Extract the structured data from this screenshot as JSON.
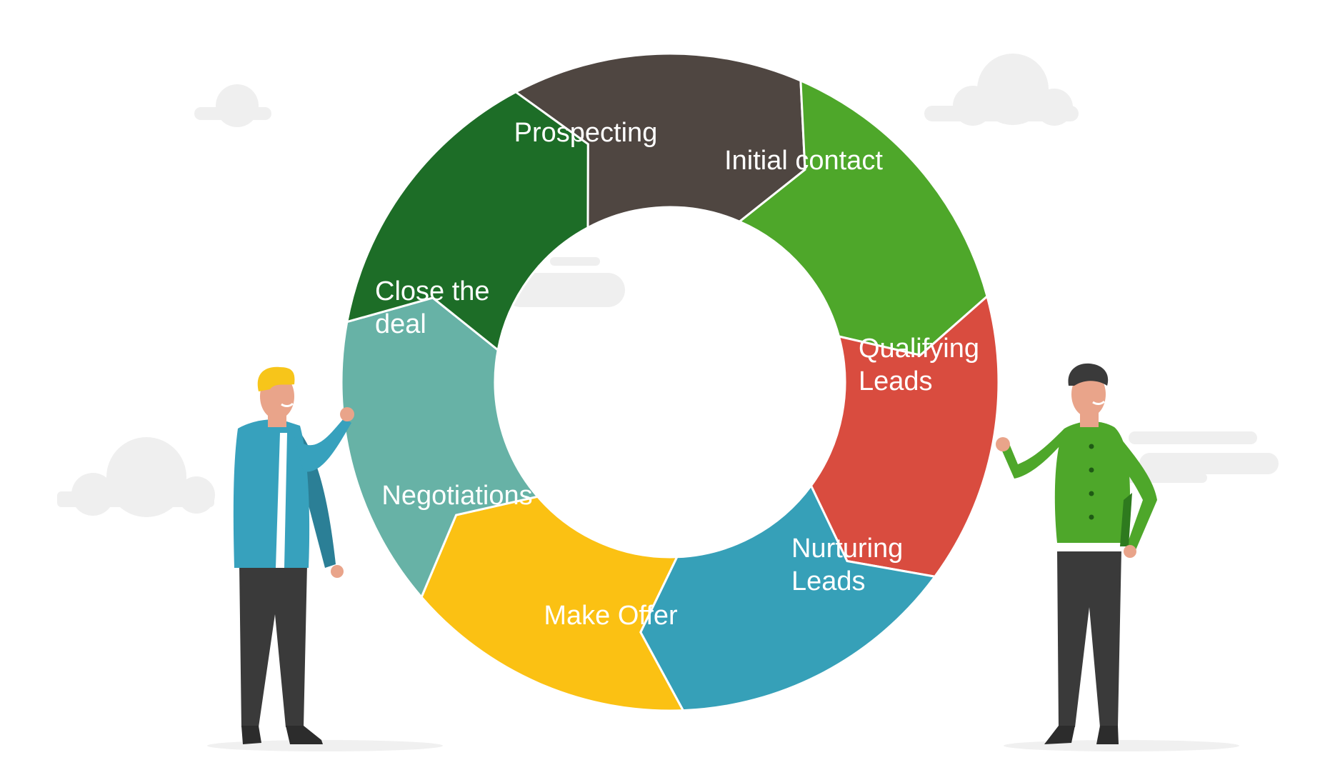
{
  "diagram": {
    "type": "sales-cycle",
    "stages": [
      {
        "id": "prospecting",
        "lines": [
          "Prospecting"
        ],
        "color": "#4f4641"
      },
      {
        "id": "initial-contact",
        "lines": [
          "Initial contact"
        ],
        "color": "#4ea72a"
      },
      {
        "id": "qualifying-leads",
        "lines": [
          "Qualifying",
          "Leads"
        ],
        "color": "#d94c3f"
      },
      {
        "id": "nurturing-leads",
        "lines": [
          "Nurturing",
          "Leads"
        ],
        "color": "#36a0b8"
      },
      {
        "id": "make-offer",
        "lines": [
          "Make Offer"
        ],
        "color": "#fbc113"
      },
      {
        "id": "negotiations",
        "lines": [
          "Negotiations"
        ],
        "color": "#67b2a6"
      },
      {
        "id": "close-the-deal",
        "lines": [
          "Close the",
          "deal"
        ],
        "color": "#1d6d27"
      }
    ]
  },
  "illustration": {
    "left_person": {
      "shirt": "#37a1bd",
      "hair": "#f7c51a",
      "pants": "#3a3a3a"
    },
    "right_person": {
      "shirt": "#4ea72a",
      "hair": "#3a3a3a",
      "pants": "#3a3a3a"
    },
    "cloud_color": "#eeeeee",
    "skin": "#e9a48a"
  }
}
